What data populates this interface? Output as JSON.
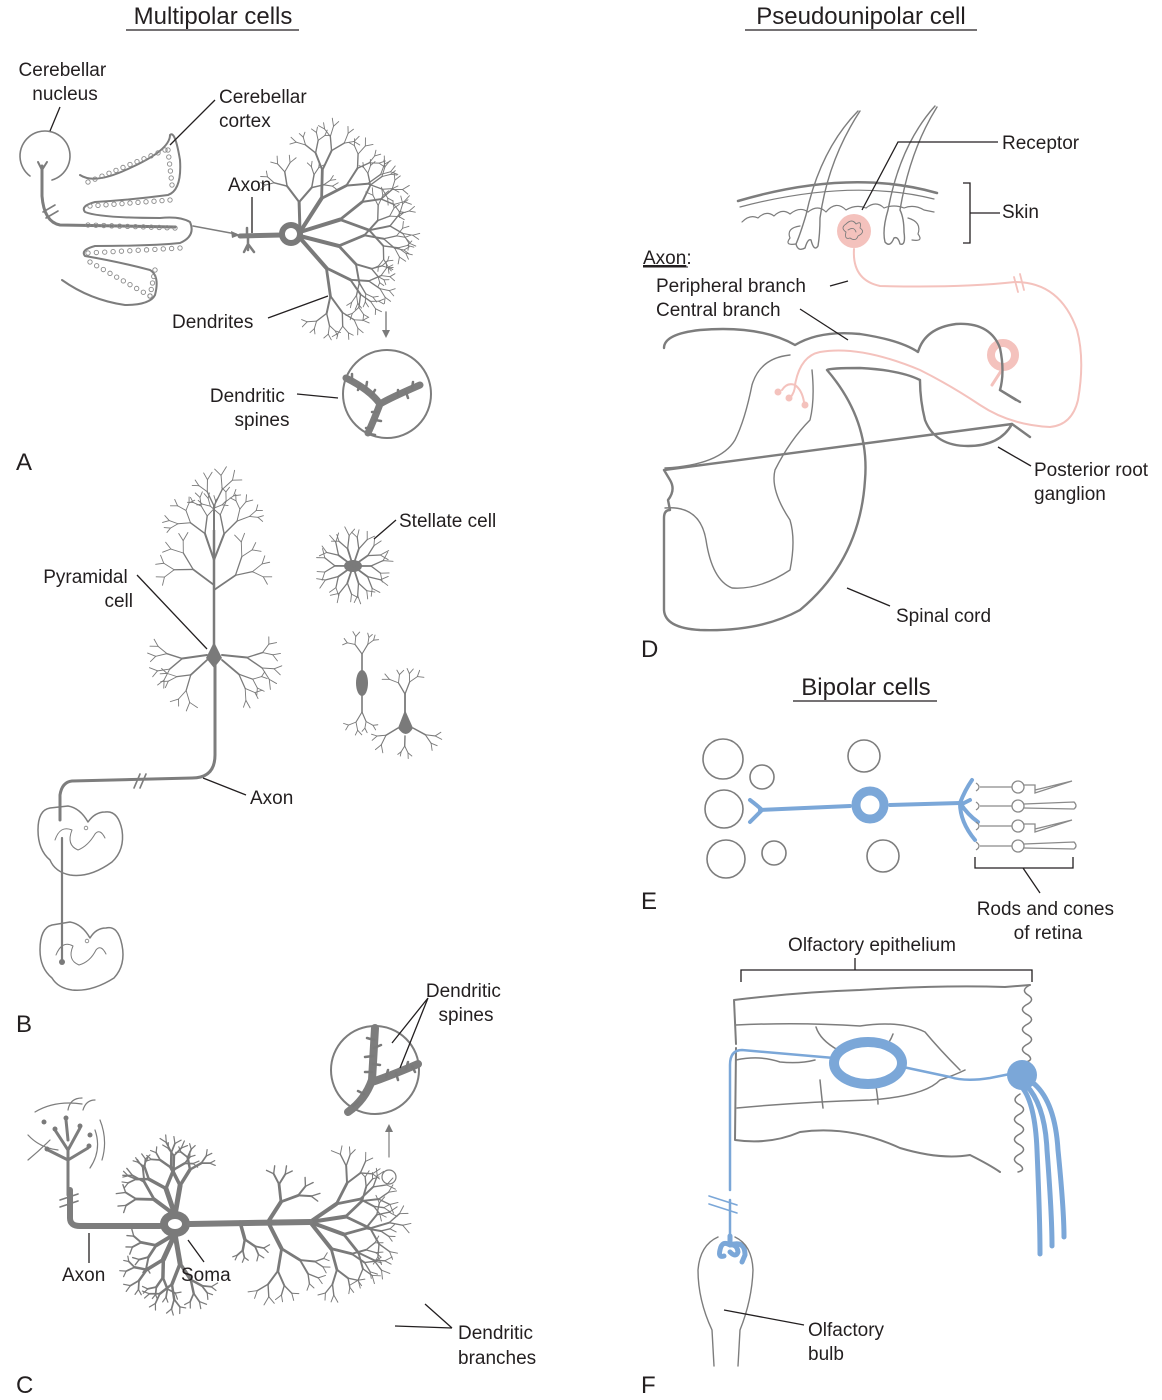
{
  "figure": {
    "sections": {
      "multipolar": {
        "title": "Multipolar cells"
      },
      "pseudounipolar": {
        "title": "Pseudounipolar cell"
      },
      "bipolar": {
        "title": "Bipolar cells"
      }
    },
    "panels": {
      "A": {
        "letter": "A",
        "labels": {
          "cerebellar_nucleus": [
            "Cerebellar",
            "nucleus"
          ],
          "cerebellar_cortex": [
            "Cerebellar",
            "cortex"
          ],
          "axon": "Axon",
          "dendrites": "Dendrites",
          "dendritic_spines": [
            "Dendritic",
            "spines"
          ]
        }
      },
      "B": {
        "letter": "B",
        "labels": {
          "pyramidal_cell": [
            "Pyramidal",
            "cell"
          ],
          "stellate_cell": "Stellate cell",
          "axon": "Axon"
        }
      },
      "C": {
        "letter": "C",
        "labels": {
          "dendritic_spines": [
            "Dendritic",
            "spines"
          ],
          "axon": "Axon",
          "soma": "Soma",
          "dendritic_branches": [
            "Dendritic",
            "branches"
          ]
        }
      },
      "D": {
        "letter": "D",
        "labels": {
          "receptor": "Receptor",
          "skin": "Skin",
          "axon_heading": "Axon",
          "axon_colon": ":",
          "peripheral_branch": "Peripheral branch",
          "central_branch": "Central branch",
          "posterior_root_ganglion": [
            "Posterior root",
            "ganglion"
          ],
          "spinal_cord": "Spinal cord"
        }
      },
      "E": {
        "letter": "E",
        "labels": {
          "rods_and_cones": [
            "Rods and cones",
            "of retina"
          ]
        }
      },
      "F": {
        "letter": "F",
        "labels": {
          "olfactory_epithelium": "Olfactory epithelium",
          "olfactory_bulb": [
            "Olfactory",
            "bulb"
          ]
        }
      }
    },
    "colors": {
      "neuron_gray": "#7a7a7a",
      "pseudounipolar_pink": "#f4c2bd",
      "bipolar_blue": "#7ba7d8",
      "text": "#231f20"
    }
  }
}
